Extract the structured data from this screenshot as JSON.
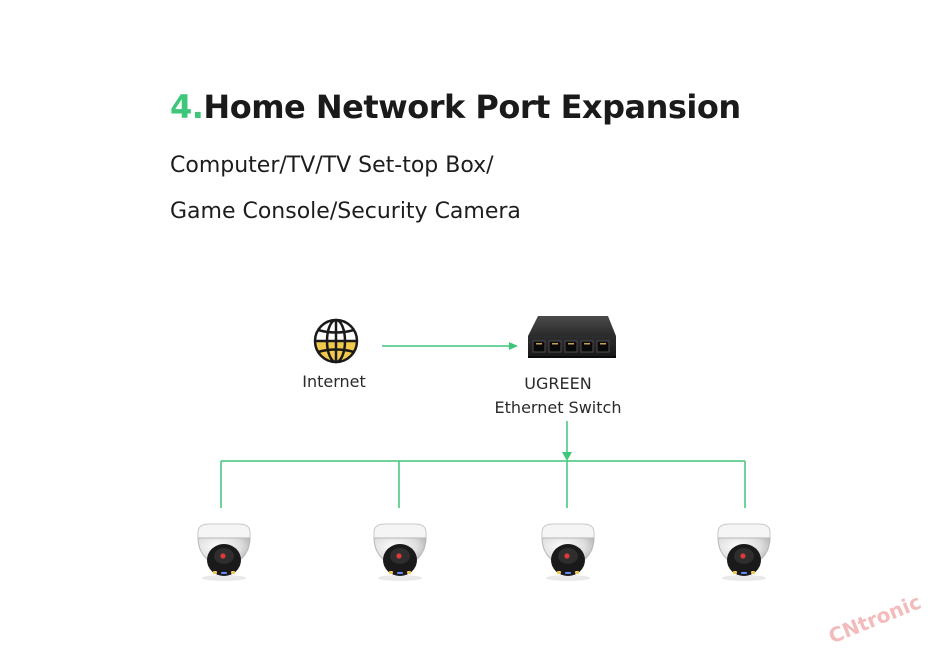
{
  "heading": {
    "number": "4.",
    "title": "Home Network Port Expansion"
  },
  "subtitle": {
    "line1": "Computer/TV/TV Set-top Box/",
    "line2": "Game Console/Security Camera"
  },
  "diagram": {
    "internet_label": "Internet",
    "switch_label_line1": "UGREEN",
    "switch_label_line2": "Ethernet Switch",
    "connector_color": "#3ec67a",
    "accent_color": "#3ec67a",
    "nodes": [
      {
        "icon": "globe-icon"
      },
      {
        "icon": "ethernet-switch-icon"
      },
      {
        "icon": "security-camera-icon",
        "count": 4
      }
    ]
  },
  "watermark": {
    "text": "CNtronic"
  }
}
